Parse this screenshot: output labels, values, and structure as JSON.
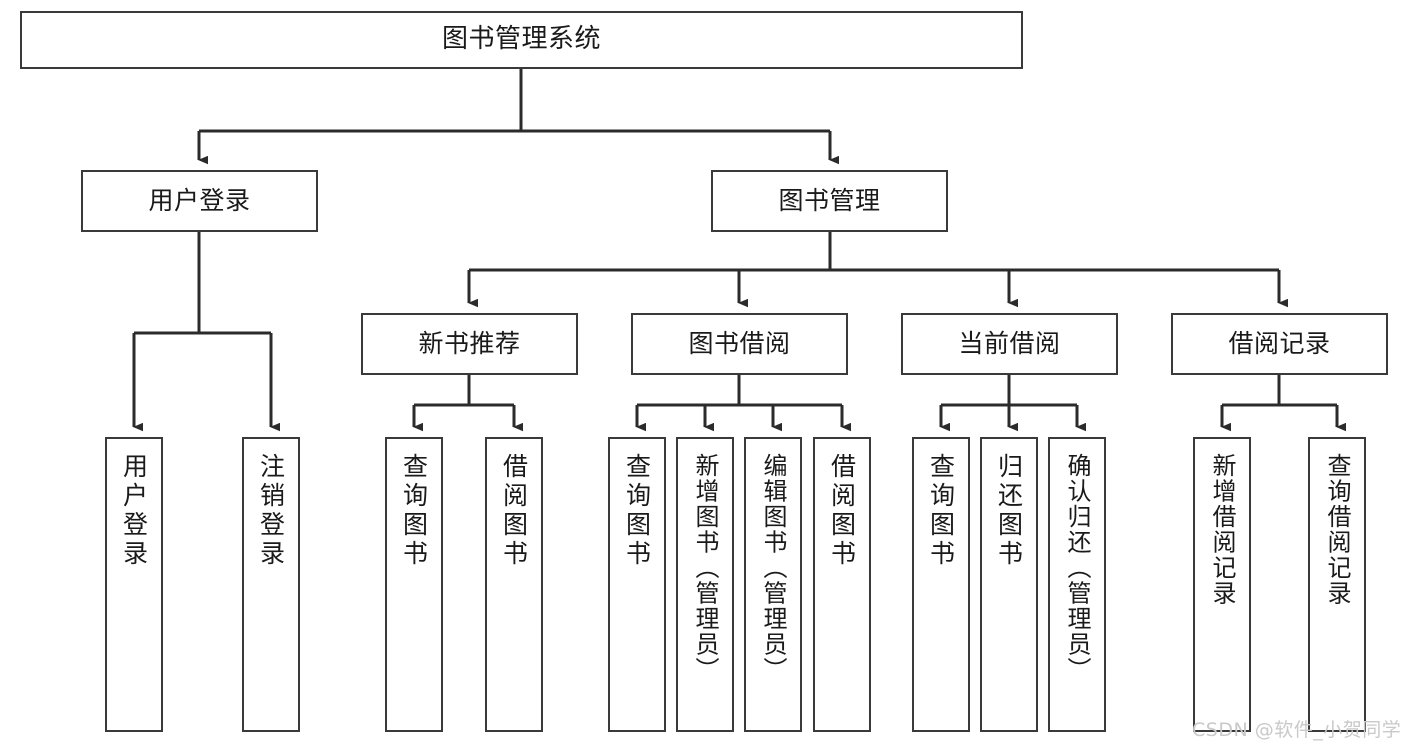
{
  "diagram": {
    "title": "图书管理系统",
    "type": "tree-hierarchy",
    "watermark": "CSDN @软件_小贺同学",
    "colors": {
      "background": "#ffffff",
      "border": "#3a3a3a",
      "text": "#1a1a1a",
      "edge": "#2b2b2b",
      "watermark": "#c9c9c9"
    },
    "levels": {
      "root": {
        "label": "图书管理系统"
      },
      "level2": [
        {
          "label": "用户登录"
        },
        {
          "label": "图书管理"
        }
      ],
      "level3": [
        {
          "label": "新书推荐"
        },
        {
          "label": "图书借阅"
        },
        {
          "label": "当前借阅"
        },
        {
          "label": "借阅记录"
        }
      ],
      "leaves_user_login": [
        {
          "label": "用户登录"
        },
        {
          "label": "注销登录"
        }
      ],
      "leaves_new_books": [
        {
          "label": "查询图书"
        },
        {
          "label": "借阅图书"
        }
      ],
      "leaves_borrow": [
        {
          "label": "查询图书"
        },
        {
          "label": "新增图书（管理员）"
        },
        {
          "label": "编辑图书（管理员）"
        },
        {
          "label": "借阅图书"
        }
      ],
      "leaves_current": [
        {
          "label": "查询图书"
        },
        {
          "label": "归还图书"
        },
        {
          "label": "确认归还（管理员）"
        }
      ],
      "leaves_records": [
        {
          "label": "新增借阅记录"
        },
        {
          "label": "查询借阅记录"
        }
      ]
    }
  }
}
